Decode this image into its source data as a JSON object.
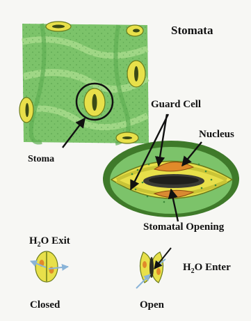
{
  "diagram": {
    "title": "Stomata",
    "labels": {
      "stoma": "Stoma",
      "guard_cell": "Guard Cell",
      "nucleus": "Nucleus",
      "stomatal_opening": "Stomatal Opening",
      "h2o_exit_prefix": "H",
      "h2o_exit_sub": "2",
      "h2o_exit_suffix": "O Exit",
      "h2o_enter_prefix": "H",
      "h2o_enter_sub": "2",
      "h2o_enter_suffix": "O Enter",
      "closed": "Closed",
      "open": "Open"
    },
    "colors": {
      "leaf_green": "#7cc36a",
      "leaf_dark": "#4e9a44",
      "guard_cell_yellow": "#e8e04a",
      "guard_cell_edge": "#8a8a1e",
      "nucleus_orange": "#e08a2a",
      "water_arrow": "#8ab4d8",
      "outline": "#111111"
    }
  }
}
